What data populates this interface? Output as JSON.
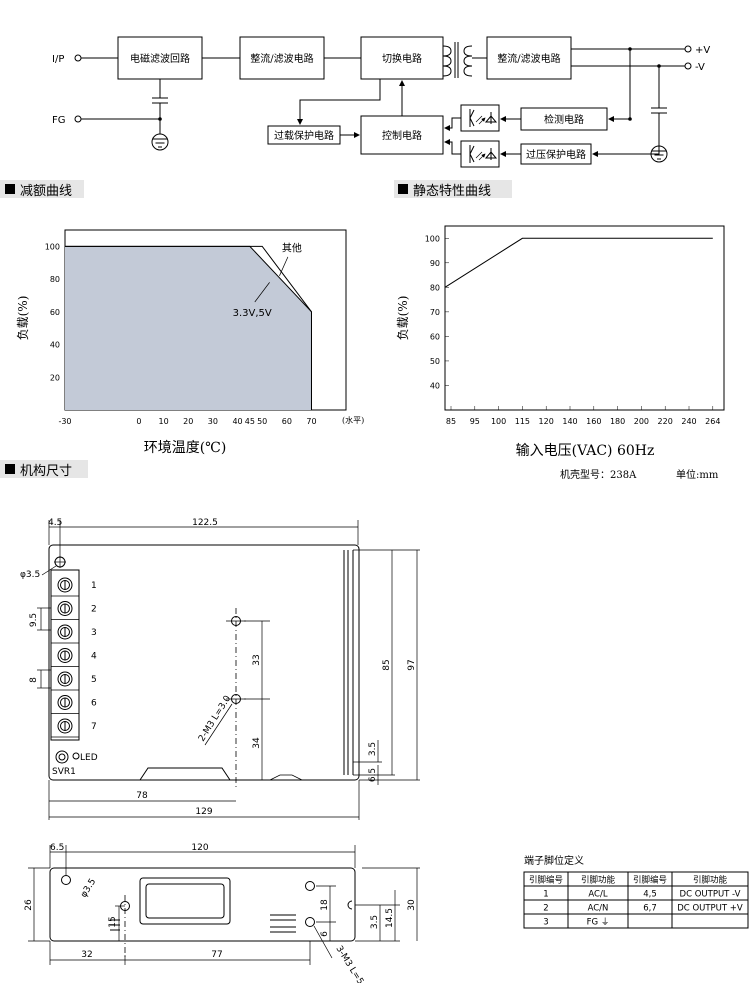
{
  "block": {
    "ip": "I/P",
    "fg": "FG",
    "emi": "电磁滤波回路",
    "rect1": "整流/滤波电路",
    "switch": "切换电路",
    "rect2": "整流/滤波电路",
    "vplus": "+V",
    "vminus": "-V",
    "overload": "过载保护电路",
    "control": "控制电路",
    "detect": "检测电路",
    "overvolt": "过压保护电路"
  },
  "sections": {
    "derating": "减额曲线",
    "static": "静态特性曲线",
    "mech": "机构尺寸"
  },
  "chart_data": [
    {
      "type": "area",
      "ylabel": "负载(%)",
      "xlabel": "环境温度(℃)",
      "x_unit": "(水平)",
      "xticks": [
        "-30",
        "0",
        "10",
        "20",
        "30",
        "40",
        "45",
        "50",
        "60",
        "70"
      ],
      "yticks": [
        "20",
        "40",
        "60",
        "80",
        "100"
      ],
      "xlim": [
        -30,
        84
      ],
      "ylim": [
        0,
        110
      ],
      "series": [
        {
          "name": "其他",
          "x": [
            -30,
            50,
            70,
            70
          ],
          "y": [
            100,
            100,
            60,
            0
          ]
        },
        {
          "name": "3.3V,5V",
          "x": [
            -30,
            45,
            70,
            70
          ],
          "y": [
            100,
            100,
            60,
            0
          ]
        }
      ]
    },
    {
      "type": "line",
      "ylabel": "负载(%)",
      "xlabel": "输入电压(VAC) 60Hz",
      "xticks": [
        "85",
        "95",
        "100",
        "115",
        "120",
        "140",
        "160",
        "180",
        "200",
        "220",
        "240",
        "264"
      ],
      "yticks": [
        "40",
        "50",
        "60",
        "70",
        "80",
        "90",
        "100"
      ],
      "ylim": [
        30,
        105
      ],
      "series": [
        {
          "x": [
            "85",
            "115",
            "264"
          ],
          "y": [
            80,
            100,
            100
          ]
        }
      ]
    }
  ],
  "mech": {
    "case_label": "机壳型号：238A",
    "unit_label": "单位:mm",
    "top_dims": {
      "d4_5": "4.5",
      "d122_5": "122.5",
      "phi3_5": "φ3.5",
      "d9_5": "9.5",
      "d8": "8",
      "d33": "33",
      "d34": "34",
      "d85": "85",
      "d97": "97",
      "d3_5": "3.5",
      "d6_5": "6.5",
      "d78": "78",
      "d129": "129",
      "screw": "2-M3 L=3.0",
      "led": "LED",
      "svr": "SVR1"
    },
    "terminals": [
      "1",
      "2",
      "3",
      "4",
      "5",
      "6",
      "7"
    ],
    "side_dims": {
      "d6_5": "6.5",
      "d120": "120",
      "phi3_5": "φ3.5",
      "d26": "26",
      "d15": "15",
      "d18": "18",
      "d6": "6",
      "d3_5": "3.5",
      "d14_5": "14.5",
      "d30": "30",
      "d32": "32",
      "d77": "77",
      "screw": "3-M3 L=5"
    }
  },
  "pin_table": {
    "title": "端子脚位定义",
    "headers": [
      "引脚编号",
      "引脚功能",
      "引脚编号",
      "引脚功能"
    ],
    "rows": [
      [
        "1",
        "AC/L",
        "4,5",
        "DC OUTPUT -V"
      ],
      [
        "2",
        "AC/N",
        "6,7",
        "DC OUTPUT +V"
      ],
      [
        "3",
        "FG ⏚",
        "",
        ""
      ]
    ]
  }
}
